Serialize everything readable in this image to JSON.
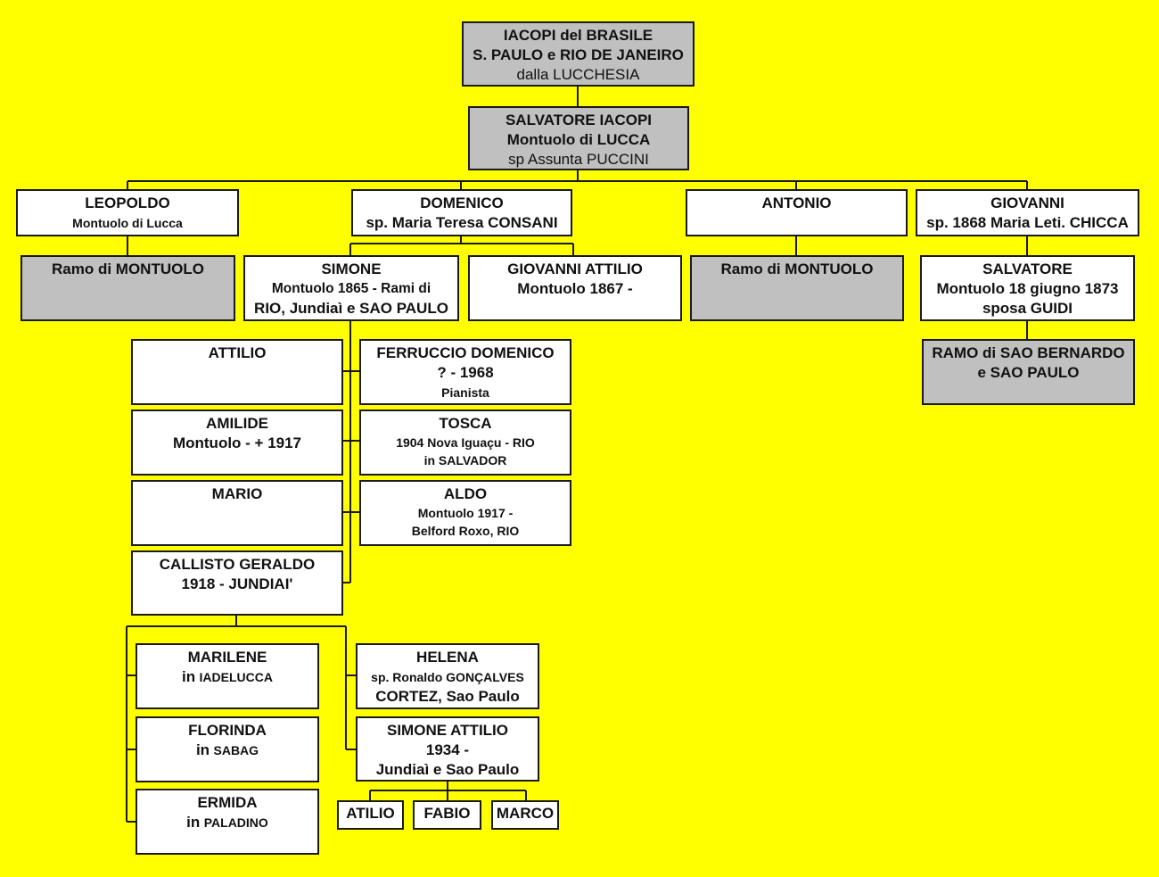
{
  "root": {
    "line1": "IACOPI del BRASILE",
    "line2": "S. PAULO e RIO DE JANEIRO",
    "line3": "dalla LUCCHESIA"
  },
  "salvatore_iacopi": {
    "line1": "SALVATORE IACOPI",
    "line2": "Montuolo di LUCCA",
    "line3": "sp Assunta PUCCINI"
  },
  "leopoldo": {
    "name": "LEOPOLDO",
    "detail": "Montuolo di Lucca"
  },
  "domenico": {
    "name": "DOMENICO",
    "detail": "sp. Maria Teresa CONSANI"
  },
  "antonio": {
    "name": "ANTONIO"
  },
  "giovanni": {
    "name": "GIOVANNI",
    "detail": "sp. 1868 Maria Leti. CHICCA"
  },
  "ramo_montuolo_1": {
    "label": "Ramo di MONTUOLO"
  },
  "ramo_montuolo_2": {
    "label": "Ramo di MONTUOLO"
  },
  "simone": {
    "name": "SIMONE",
    "line2": "Montuolo 1865 -  Rami di",
    "line3": "RIO, Jundiaì e SAO PAULO"
  },
  "giovanni_attilio": {
    "name": "GIOVANNI ATTILIO",
    "detail": "Montuolo 1867 -"
  },
  "salvatore_1873": {
    "name": "SALVATORE",
    "line2": "Montuolo 18 giugno 1873",
    "line3": "sposa GUIDI"
  },
  "ramo_sao_bernardo": {
    "line1": "RAMO di SAO BERNARDO",
    "line2": "e SAO PAULO"
  },
  "attilio": {
    "name": "ATTILIO"
  },
  "amilide": {
    "name": "AMILIDE",
    "detail": "Montuolo  - + 1917"
  },
  "mario": {
    "name": "MARIO"
  },
  "callisto": {
    "name": "CALLISTO GERALDO",
    "detail": "1918 - JUNDIAI'"
  },
  "ferruccio": {
    "name": "FERRUCCIO DOMENICO",
    "line2": "? - 1968",
    "line3": "Pianista"
  },
  "tosca": {
    "name": "TOSCA",
    "line2": "1904 Nova Iguaçu - RIO",
    "line3": "in SALVADOR"
  },
  "aldo": {
    "name": "ALDO",
    "line2": "Montuolo 1917 -",
    "line3": "Belford Roxo, RIO"
  },
  "marilene": {
    "name": "MARILENE",
    "prefix": "in",
    "surname": "IADELUCCA"
  },
  "florinda": {
    "name": "FLORINDA",
    "prefix": "in",
    "surname": "SABAG"
  },
  "ermida": {
    "name": "ERMIDA",
    "prefix": "in",
    "surname": "PALADINO"
  },
  "helena": {
    "name": "HELENA",
    "line2": "sp. Ronaldo GONÇALVES",
    "line3": "CORTEZ, Sao Paulo"
  },
  "simone_attilio": {
    "name": "SIMONE ATTILIO",
    "line2": "1934 -",
    "line3": "Jundiaì e Sao Paulo"
  },
  "grandchild_1": {
    "name": "ATILIO"
  },
  "grandchild_2": {
    "name": "FABIO"
  },
  "grandchild_3": {
    "name": "MARCO"
  }
}
